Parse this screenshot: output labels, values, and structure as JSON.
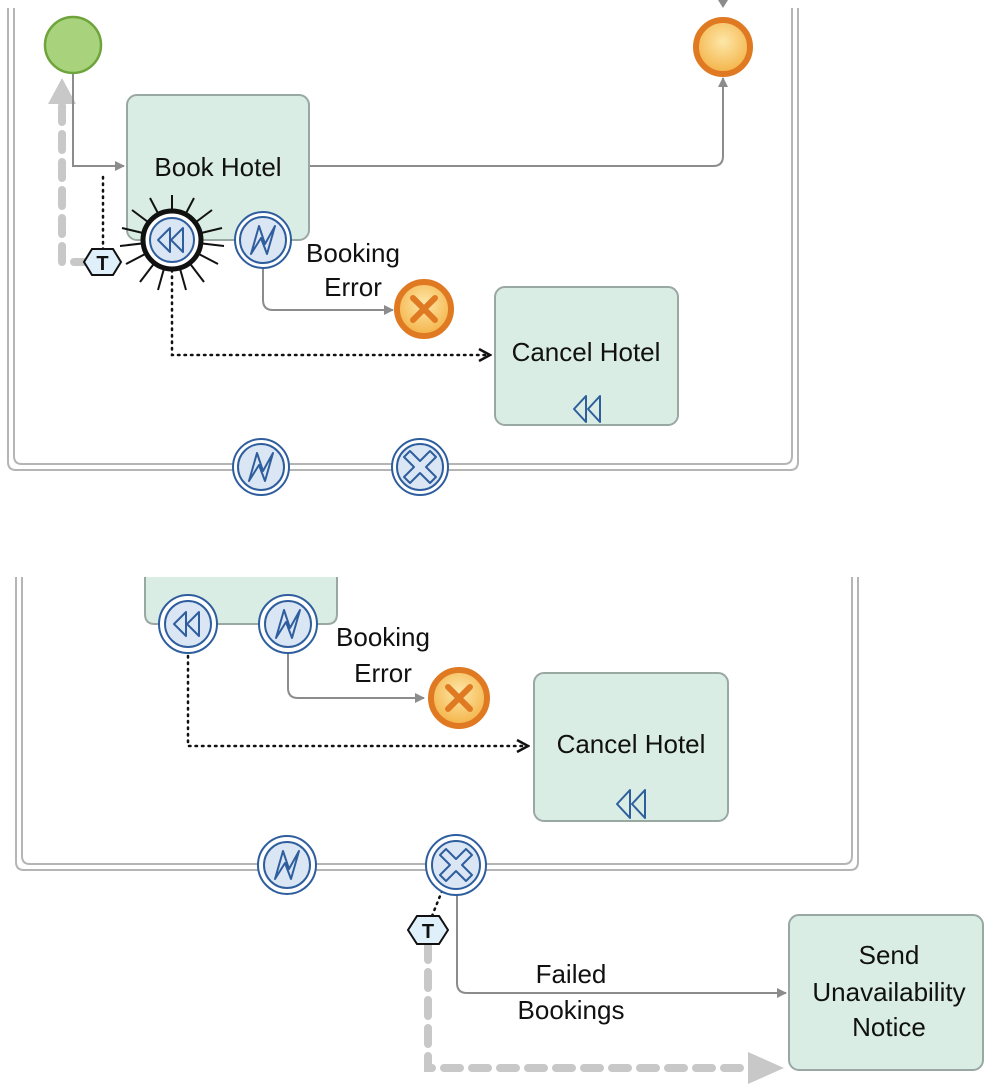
{
  "colors": {
    "task_fill": "#d9ede5",
    "start_event": "#a8d37c",
    "end_event_fill": "#f7c66b",
    "end_event_border": "#e07a22",
    "event_blue": "#2f5e9e",
    "token_path": "#c8c8c8"
  },
  "top": {
    "book_hotel_task": "Book Hotel",
    "booking_error_line1": "Booking",
    "booking_error_line2": "Error",
    "cancel_hotel_task": "Cancel Hotel",
    "token_label": "T"
  },
  "bottom": {
    "booking_error_line1": "Booking",
    "booking_error_line2": "Error",
    "cancel_hotel_task": "Cancel Hotel",
    "failed_bookings_line1": "Failed",
    "failed_bookings_line2": "Bookings",
    "send_notice_line1": "Send",
    "send_notice_line2": "Unavailability",
    "send_notice_line3": "Notice",
    "token_label": "T"
  },
  "icons": {
    "compensation": "compensation-rewind-icon",
    "error": "error-lightning-icon",
    "cancel": "cancel-x-icon",
    "token": "token-hexagon-icon"
  }
}
